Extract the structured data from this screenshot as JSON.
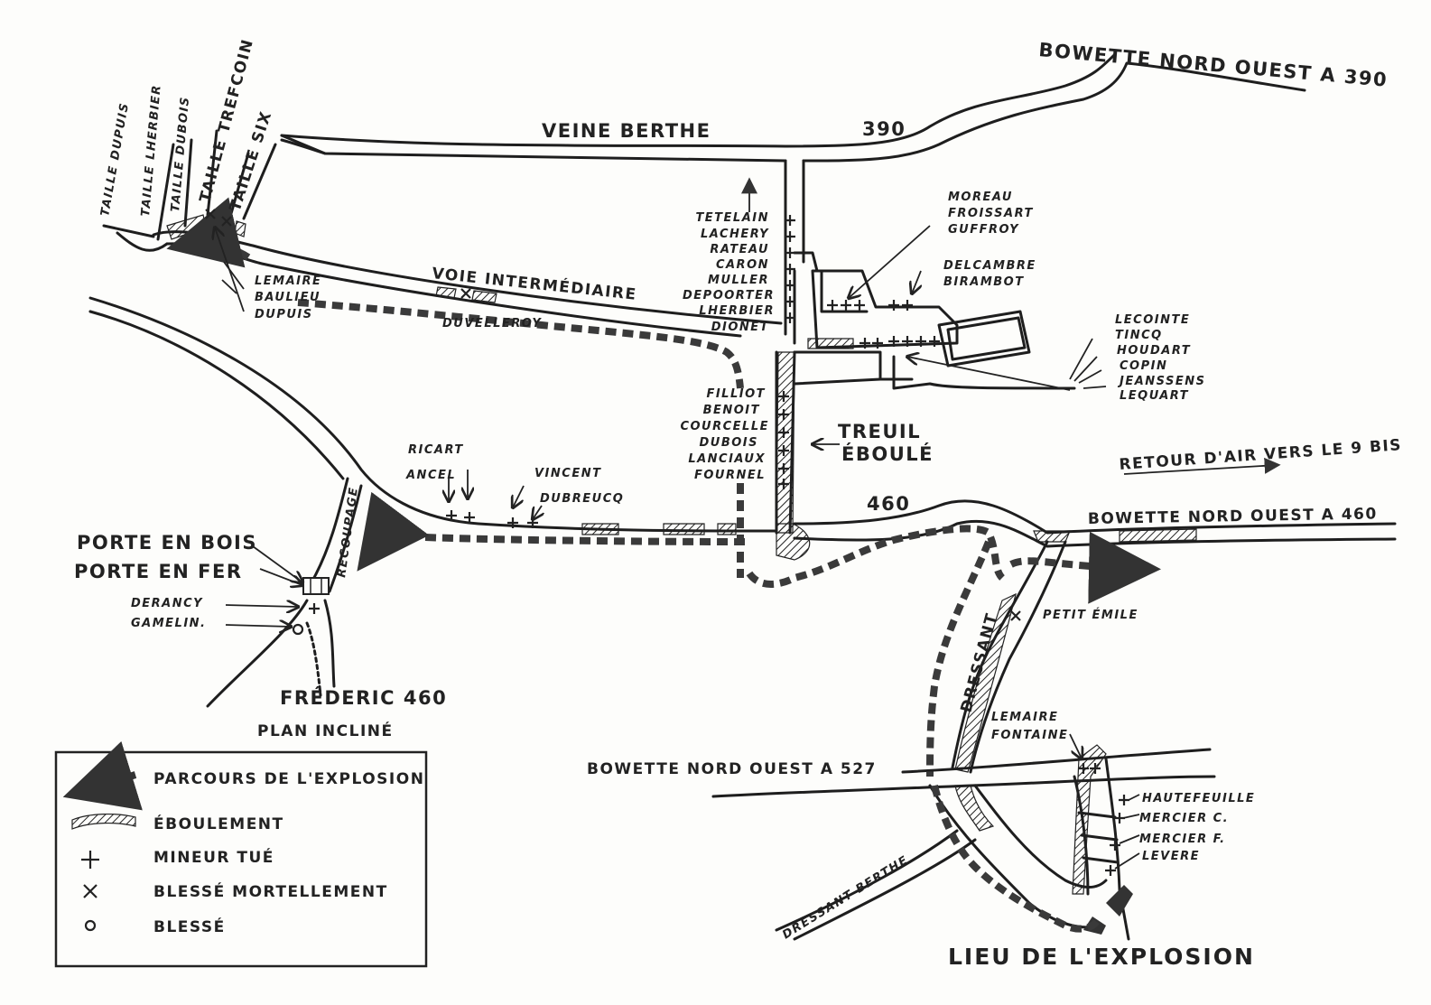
{
  "labels": {
    "veine_berthe": "VEINE BERTHE",
    "num_390": "390",
    "bowette_390": "BOWETTE NORD OUEST A 390",
    "taille_dupuis": "TAILLE DUPUIS",
    "taille_lherbier": "TAILLE LHERBIER",
    "taille_dubois": "TAILLE DUBOIS",
    "taille_trefcoin": "TAILLE TREFCOIN",
    "taille_six": "TAILLE SIX",
    "voie_intermediaire": "VOIE INTERMÉDIAIRE",
    "treuil_1": "TREUIL",
    "treuil_2": "ÉBOULÉ",
    "retour_air": "RETOUR D'AIR VERS LE 9 BIS",
    "num_460": "460",
    "bowette_460": "BOWETTE NORD OUEST A 460",
    "porte_bois": "PORTE EN BOIS",
    "porte_fer": "PORTE EN FER",
    "recoupage": "RECOUPAGE",
    "frederic": "FRÉDERIC 460",
    "plan_incline": "PLAN INCLINÉ",
    "dressant": "DRESSANT",
    "petit_emile": "PETIT ÉMILE",
    "bowette_527": "BOWETTE NORD OUEST A 527",
    "dressant_berthe": "DRESSANT BERTHE",
    "lieu_explosion": "LIEU DE L'EXPLOSION"
  },
  "miners": {
    "group_shaft_upper": [
      "TETELAIN",
      "LACHERY",
      "RATEAU",
      "CARON",
      "MULLER",
      "DEPOORTER",
      "LHERBIER",
      "DIONET"
    ],
    "group_moreau": [
      "MOREAU",
      "FROISSART",
      "GUFFROY"
    ],
    "group_delcambre": [
      "DELCAMBRE",
      "BIRAMBOT"
    ],
    "group_lecointe": [
      "LECOINTE",
      "TINCQ",
      "HOUDART",
      "COPIN",
      "JEANSSENS",
      "LEQUART"
    ],
    "group_lemaire": [
      "LEMAIRE",
      "BAULIEU",
      "DUPUIS"
    ],
    "duvelleroy": "DUVELLEROY",
    "group_filliot": [
      "FILLIOT",
      "BENOIT",
      "COURCELLE",
      "DUBOIS",
      "LANCIAUX",
      "FOURNEL"
    ],
    "ricart": "RICART",
    "ancel": "ANCEL",
    "vincent": "VINCENT",
    "dubreucq": "DUBREUCQ",
    "derancy": "DERANCY",
    "gamelin": "GAMELIN.",
    "group_lemaire_fontaine": [
      "LEMAIRE",
      "FONTAINE"
    ],
    "group_hautefeuille": [
      "HAUTEFEUILLE",
      "MERCIER C.",
      "MERCIER F.",
      "LEVERE"
    ]
  },
  "legend": [
    {
      "symbol": "dashed-arrow",
      "label": "PARCOURS DE L'EXPLOSION"
    },
    {
      "symbol": "hatch",
      "label": "ÉBOULEMENT"
    },
    {
      "symbol": "cross",
      "label": "MINEUR TUÉ"
    },
    {
      "symbol": "x",
      "label": "BLESSÉ MORTELLEMENT"
    },
    {
      "symbol": "circle",
      "label": "BLESSÉ"
    }
  ],
  "colors": {
    "ink": "#1e1e1e",
    "paper": "#fdfdfb"
  }
}
